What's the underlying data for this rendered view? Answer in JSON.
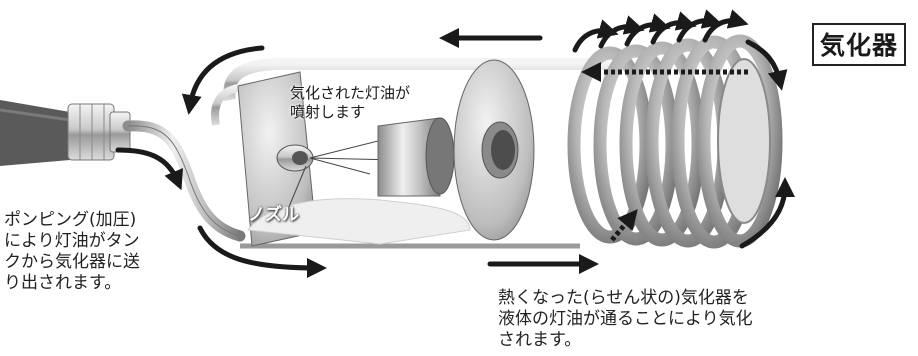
{
  "captions": {
    "pump": "ポンピング(加圧)\nにより灯油がタン\nクから気化器に送\nり出されます。",
    "heat": "熱くなった(らせん状の)気化器を\n液体の灯油が通ることにより気化\nされます。"
  },
  "labels": {
    "vaporizer": "気化器",
    "spray": "気化された灯油が\n噴射します",
    "nozzle": "ノズル"
  },
  "colors": {
    "arrow": "#1a1a1a",
    "metal_light": "#e6e6e6",
    "metal_dark": "#6b6b6b",
    "hose": "#5a5a5a"
  },
  "icons": [
    "flow-arrow",
    "coil-flow-arrow",
    "dotted-flow-arrow"
  ]
}
